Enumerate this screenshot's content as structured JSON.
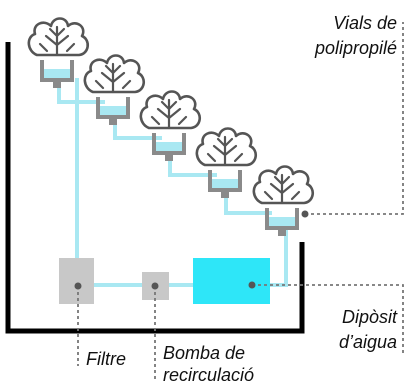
{
  "labels": {
    "vials_line1": "Vials de",
    "vials_line2": "polipropilé",
    "deposit_line1": "Dipòsit",
    "deposit_line2": "d’aigua",
    "filter": "Filtre",
    "pump_line1": "Bomba de",
    "pump_line2": "recirculació"
  },
  "colors": {
    "pipe": "#a9e8f2",
    "tank": "#2ee6f8",
    "filter": "#c8c8c8",
    "pump": "#c8c8c8",
    "frame": "#000000",
    "pot": "#8a8a8a",
    "plant_outline": "#555555",
    "plant_fill": "#ffffff"
  },
  "icons": {
    "plant": "lettuce-icon",
    "pot": "polypropylene-vial-icon"
  },
  "plant_count": 5
}
